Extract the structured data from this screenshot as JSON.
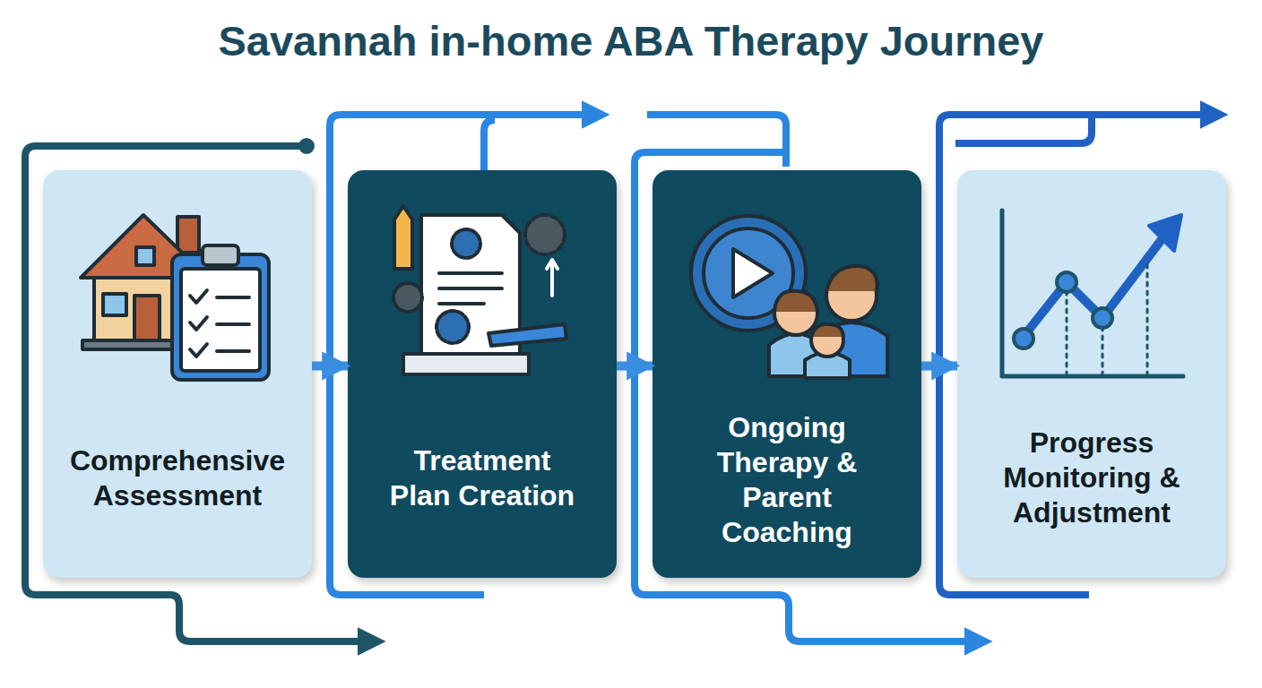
{
  "diagram": {
    "title": "Savannah in-home ABA Therapy Journey",
    "nodes": [
      {
        "text": [
          "Comprehensive Assessment"
        ]
      },
      {
        "text": [
          "Treatment Plan Creation"
        ]
      },
      {
        "text": [
          "Ongoing Therapy & Parent Coaching"
        ]
      },
      {
        "text": [
          "Progress Monitoring & Adjustment"
        ]
      }
    ],
    "edges": [
      {
        "from": 0,
        "to": 1,
        "arrow": "to"
      },
      {
        "from": 1,
        "to": 2,
        "arrow": "to"
      },
      {
        "from": 2,
        "to": 3,
        "arrow": "to"
      }
    ]
  }
}
